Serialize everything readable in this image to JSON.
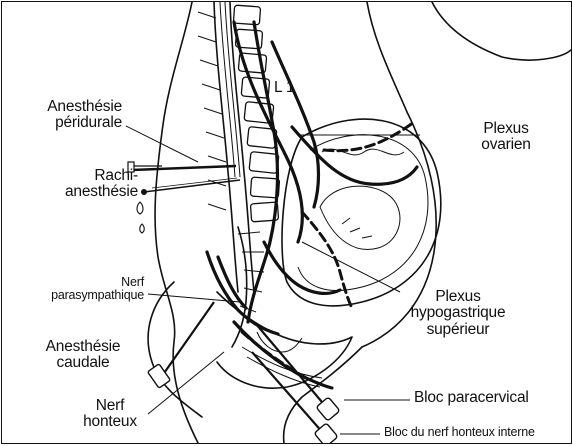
{
  "labels": {
    "peridurale": [
      "Anesthésie",
      "péridurale"
    ],
    "rachi": [
      "Rachi-",
      "anesthésie"
    ],
    "l1": "L 1",
    "plexus_ovarien": [
      "Plexus",
      "ovarien"
    ],
    "nerf_parasympathique": [
      "Nerf",
      "parasympathique"
    ],
    "plexus_hypogastrique": [
      "Plexus",
      "hypogastrique",
      "supérieur"
    ],
    "caudale": [
      "Anesthésie",
      "caudale"
    ],
    "nerf_honteux": [
      "Nerf",
      "honteux"
    ],
    "bloc_paracervical": "Bloc paracervical",
    "bloc_honteux_interne": "Bloc du nerf honteux interne"
  }
}
